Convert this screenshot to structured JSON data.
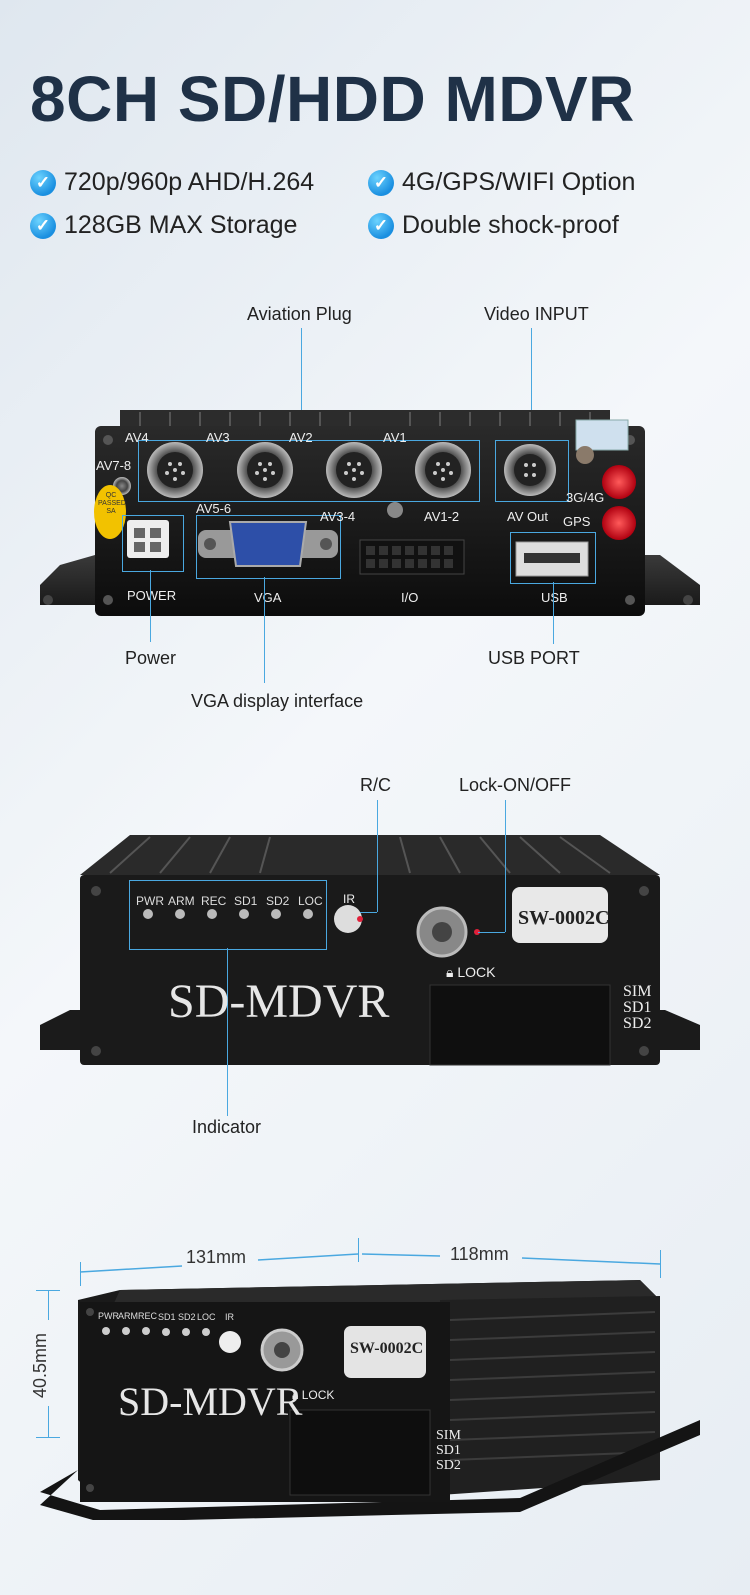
{
  "title": "8CH SD/HDD MDVR",
  "features": [
    "720p/960p AHD/H.264",
    "4G/GPS/WIFI Option",
    "128GB MAX Storage",
    "Double shock-proof"
  ],
  "rear_callouts": {
    "aviation_plug": "Aviation Plug",
    "video_input": "Video INPUT",
    "power": "Power",
    "usb_port": "USB PORT",
    "vga_display": "VGA display interface"
  },
  "rear_panel": {
    "av4": "AV4",
    "av3": "AV3",
    "av2": "AV2",
    "av1": "AV1",
    "av7_8": "AV7-8",
    "av5_6": "AV5-6",
    "av3_4": "AV3-4",
    "av1_2": "AV1-2",
    "av_out": "AV Out",
    "g3g4g": "3G/4G",
    "gps": "GPS",
    "power": "POWER",
    "vga": "VGA",
    "io": "I/O",
    "usb": "USB",
    "qc": "QC",
    "passed": "PASSED",
    "sa": "SA"
  },
  "front_callouts": {
    "rc": "R/C",
    "lock": "Lock-ON/OFF",
    "indicator": "Indicator"
  },
  "front_panel": {
    "leds": [
      "PWR",
      "ARM",
      "REC",
      "SD1",
      "SD2",
      "LOC"
    ],
    "ir": "IR",
    "model": "SW-0002C",
    "lock_label": "LOCK",
    "brand": "SD-MDVR",
    "slots": [
      "SIM",
      "SD1",
      "SD2"
    ]
  },
  "dimensions": {
    "width": "131mm",
    "depth": "118mm",
    "height": "40.5mm"
  }
}
